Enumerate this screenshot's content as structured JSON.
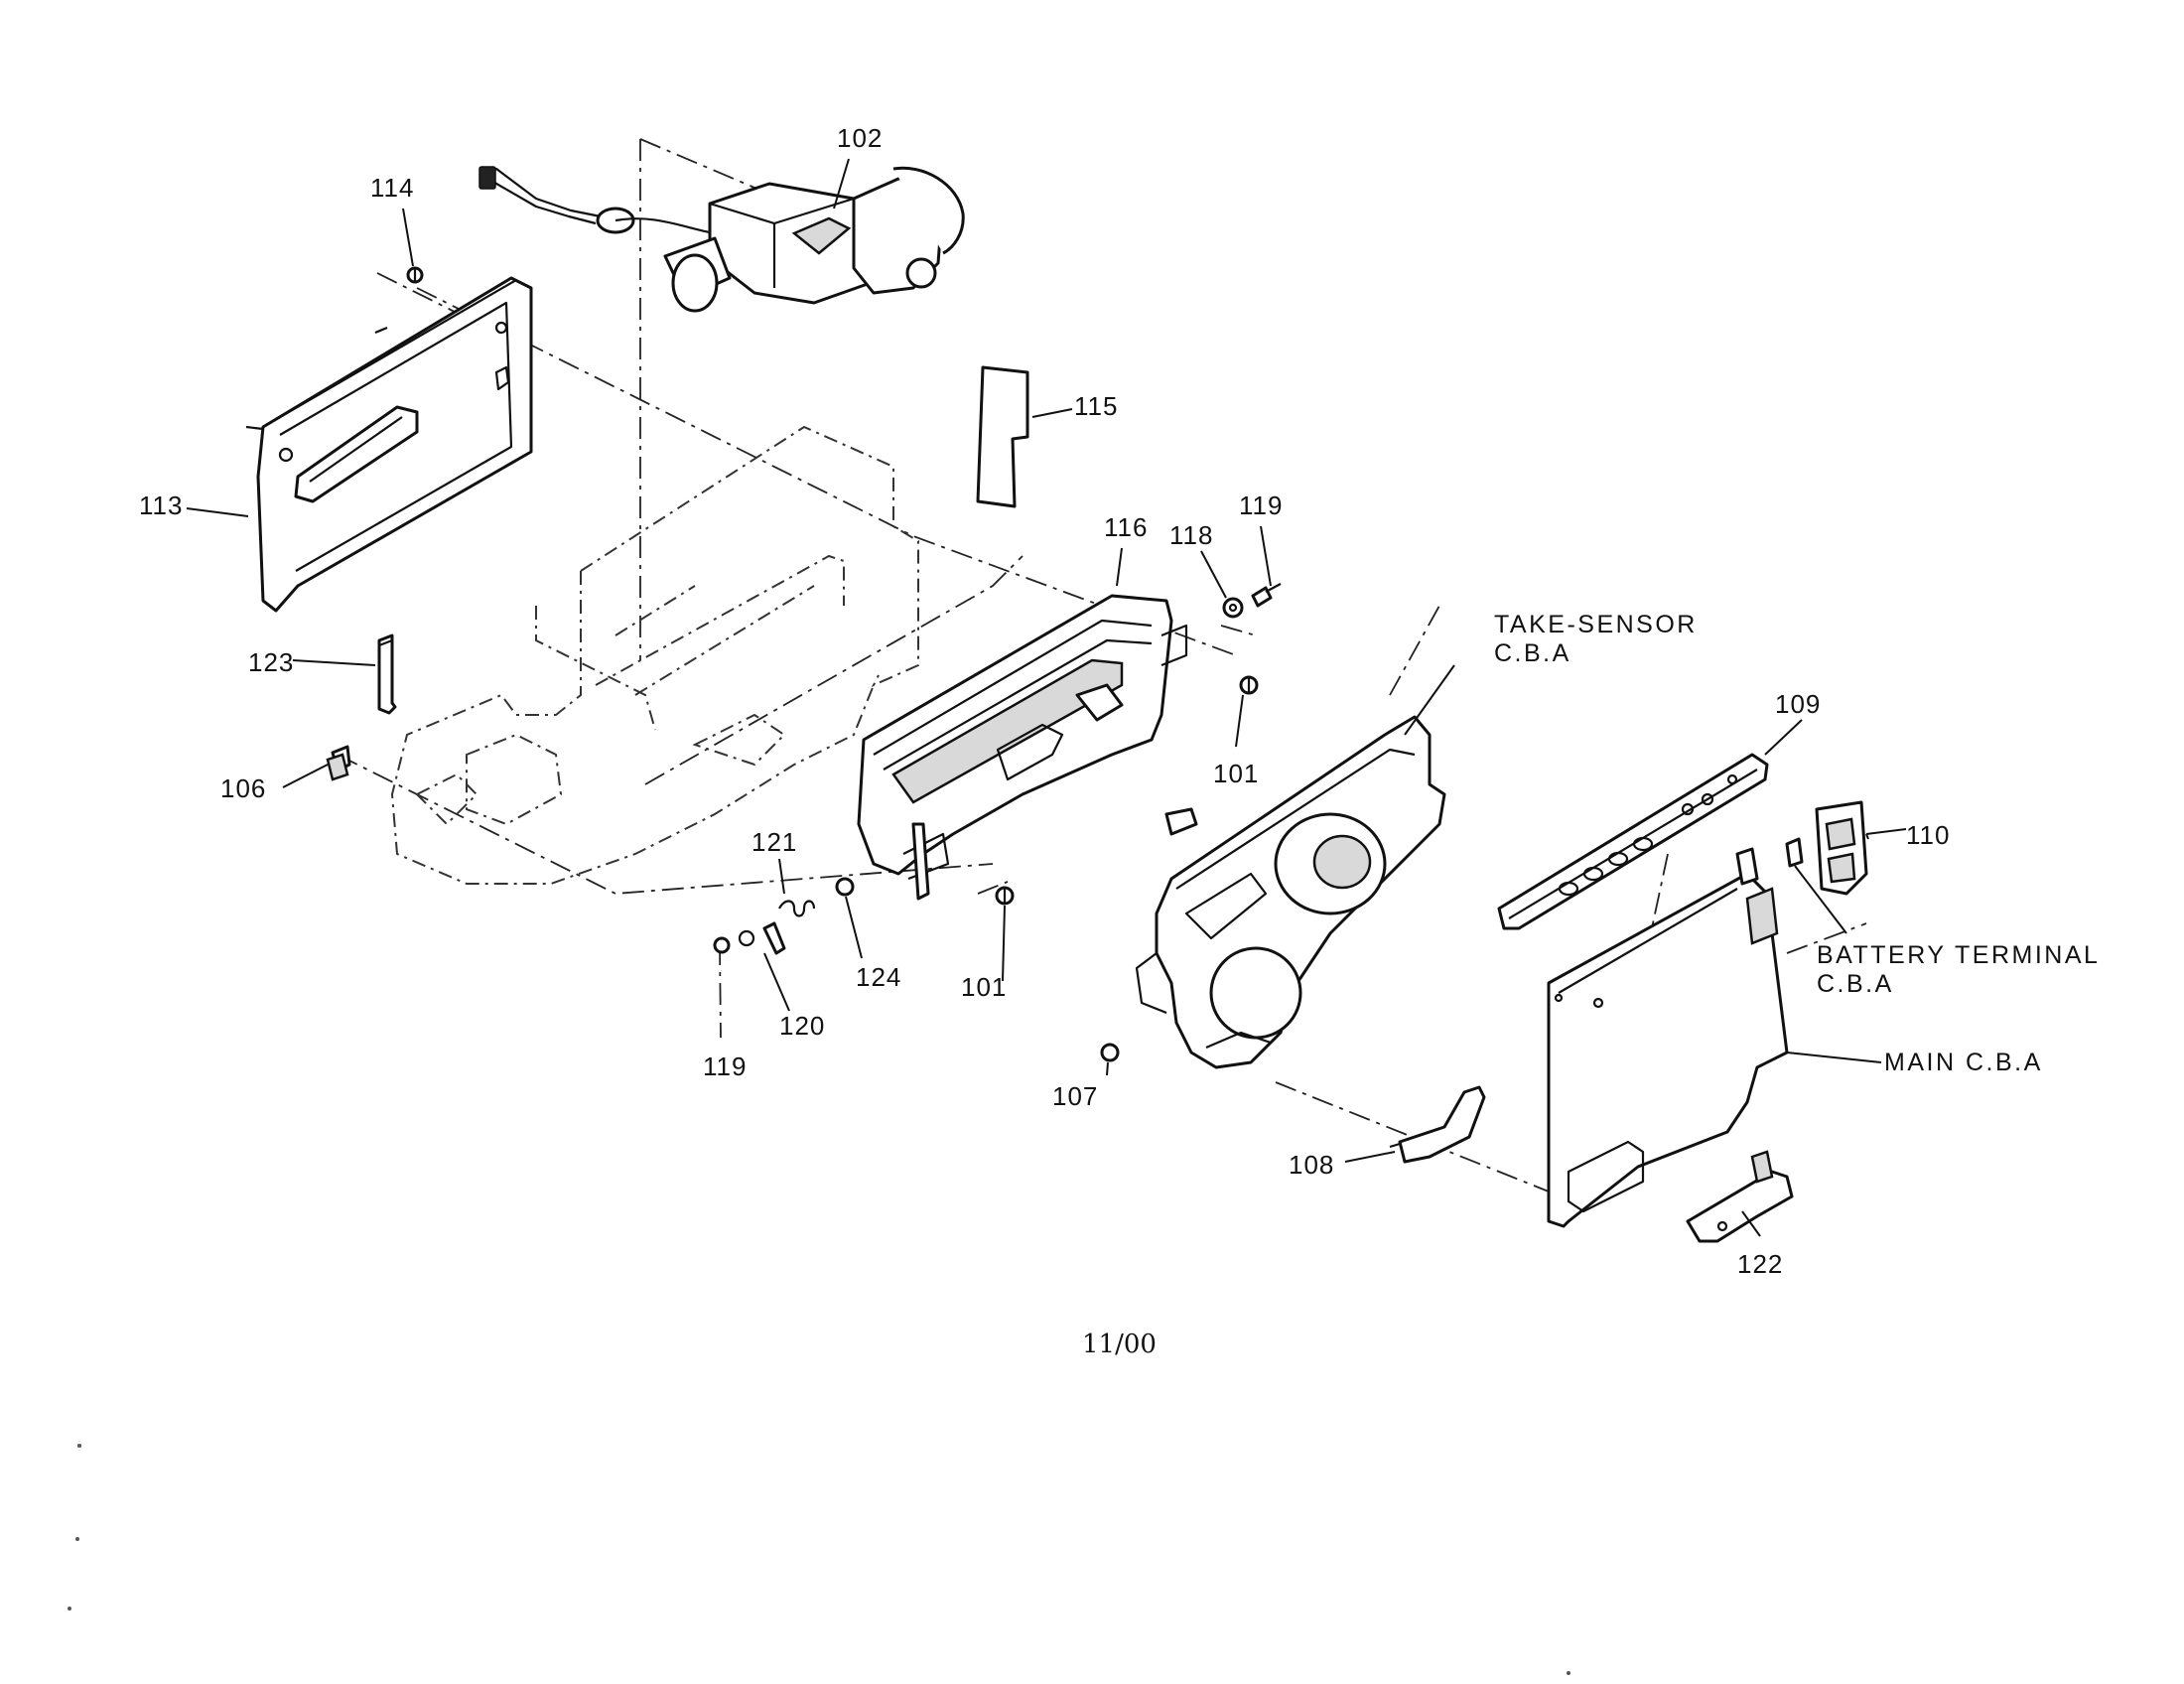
{
  "callouts": [
    {
      "id": "c102",
      "text": "102"
    },
    {
      "id": "c114",
      "text": "114"
    },
    {
      "id": "c115",
      "text": "115"
    },
    {
      "id": "c113",
      "text": "113"
    },
    {
      "id": "c116",
      "text": "116"
    },
    {
      "id": "c118",
      "text": "118"
    },
    {
      "id": "c119a",
      "text": "119"
    },
    {
      "id": "c123",
      "text": "123"
    },
    {
      "id": "c101a",
      "text": "101"
    },
    {
      "id": "c106",
      "text": "106"
    },
    {
      "id": "c109",
      "text": "109"
    },
    {
      "id": "c110",
      "text": "110"
    },
    {
      "id": "c121",
      "text": "121"
    },
    {
      "id": "c124",
      "text": "124"
    },
    {
      "id": "c101b",
      "text": "101"
    },
    {
      "id": "c120",
      "text": "120"
    },
    {
      "id": "c119b",
      "text": "119"
    },
    {
      "id": "c107",
      "text": "107"
    },
    {
      "id": "c108",
      "text": "108"
    },
    {
      "id": "c122",
      "text": "122"
    }
  ],
  "assemblies": {
    "take_sensor_line1": "TAKE-SENSOR",
    "take_sensor_line2": "C.B.A",
    "battery_terminal_line1": "BATTERY  TERMINAL",
    "battery_terminal_line2": "C.B.A",
    "main_cba": "MAIN  C.B.A"
  },
  "footer": {
    "page_code": "11/00"
  }
}
